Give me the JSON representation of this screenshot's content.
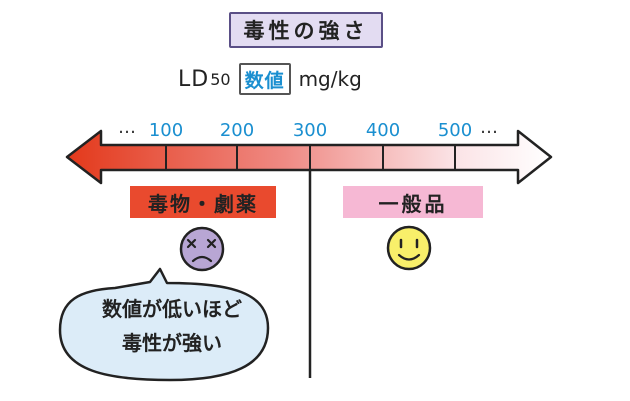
{
  "title": "毒性の強さ",
  "formula": {
    "prefix": "LD",
    "subscript": "50",
    "value_label": "数値",
    "unit": "mg/kg"
  },
  "scale": {
    "leading": "…",
    "trailing": "…",
    "ticks": [
      "100",
      "200",
      "300",
      "400",
      "500"
    ],
    "threshold": "300"
  },
  "categories": {
    "toxic": "毒物・劇薬",
    "general": "一般品"
  },
  "bubble": {
    "line1": "数値が低いほど",
    "line2": "毒性が強い"
  },
  "colors": {
    "accent_blue": "#1a8fd0",
    "toxic_red": "#e94a2e",
    "general_pink": "#f6b8d4",
    "title_bg": "#e3dcf2",
    "bubble_bg": "#dcecf8",
    "face_sad": "#b8a6d4",
    "face_happy": "#f8ef6a"
  }
}
